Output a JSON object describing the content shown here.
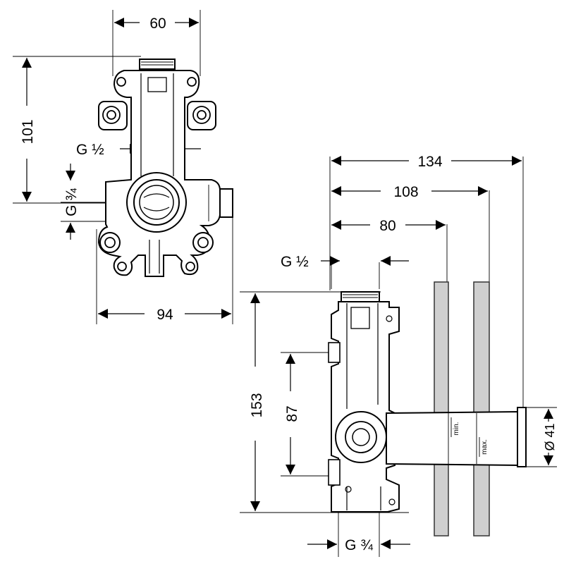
{
  "front_view": {
    "width_top": "60",
    "height": "101",
    "inlet_thread": "G ½",
    "outlet_thread": "G ¾",
    "width_bottom": "94"
  },
  "side_view": {
    "depth_overall": "134",
    "depth_max": "108",
    "depth_min": "80",
    "inlet_thread": "G ½",
    "height": "153",
    "port_spacing": "87",
    "diameter": "Ø 41",
    "min_label": "min.",
    "max_label": "max.",
    "outlet_thread": "G ¾"
  }
}
